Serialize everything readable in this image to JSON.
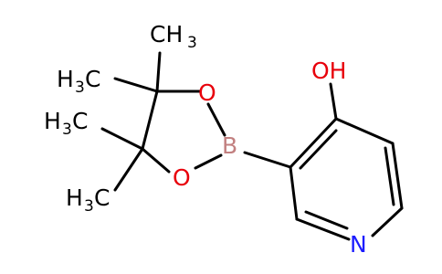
{
  "molecule": {
    "labels": {
      "hydroxyl": "OH",
      "nitrogen": "N",
      "boron": "B",
      "oxygen_top": "O",
      "oxygen_bottom": "O",
      "methyl_1": "CH",
      "methyl_1_sub": "3",
      "methyl_2_main": "H",
      "methyl_2_sub": "3",
      "methyl_2_c": "C",
      "methyl_3_main": "H",
      "methyl_3_sub": "3",
      "methyl_3_c": "C",
      "methyl_4_main": "H",
      "methyl_4_sub": "3",
      "methyl_4_c": "C"
    },
    "colors": {
      "bond": "#000000",
      "carbon_text": "#000000",
      "oxygen": "#e8000b",
      "nitrogen": "#1c1cff",
      "boron": "#c28080"
    }
  }
}
